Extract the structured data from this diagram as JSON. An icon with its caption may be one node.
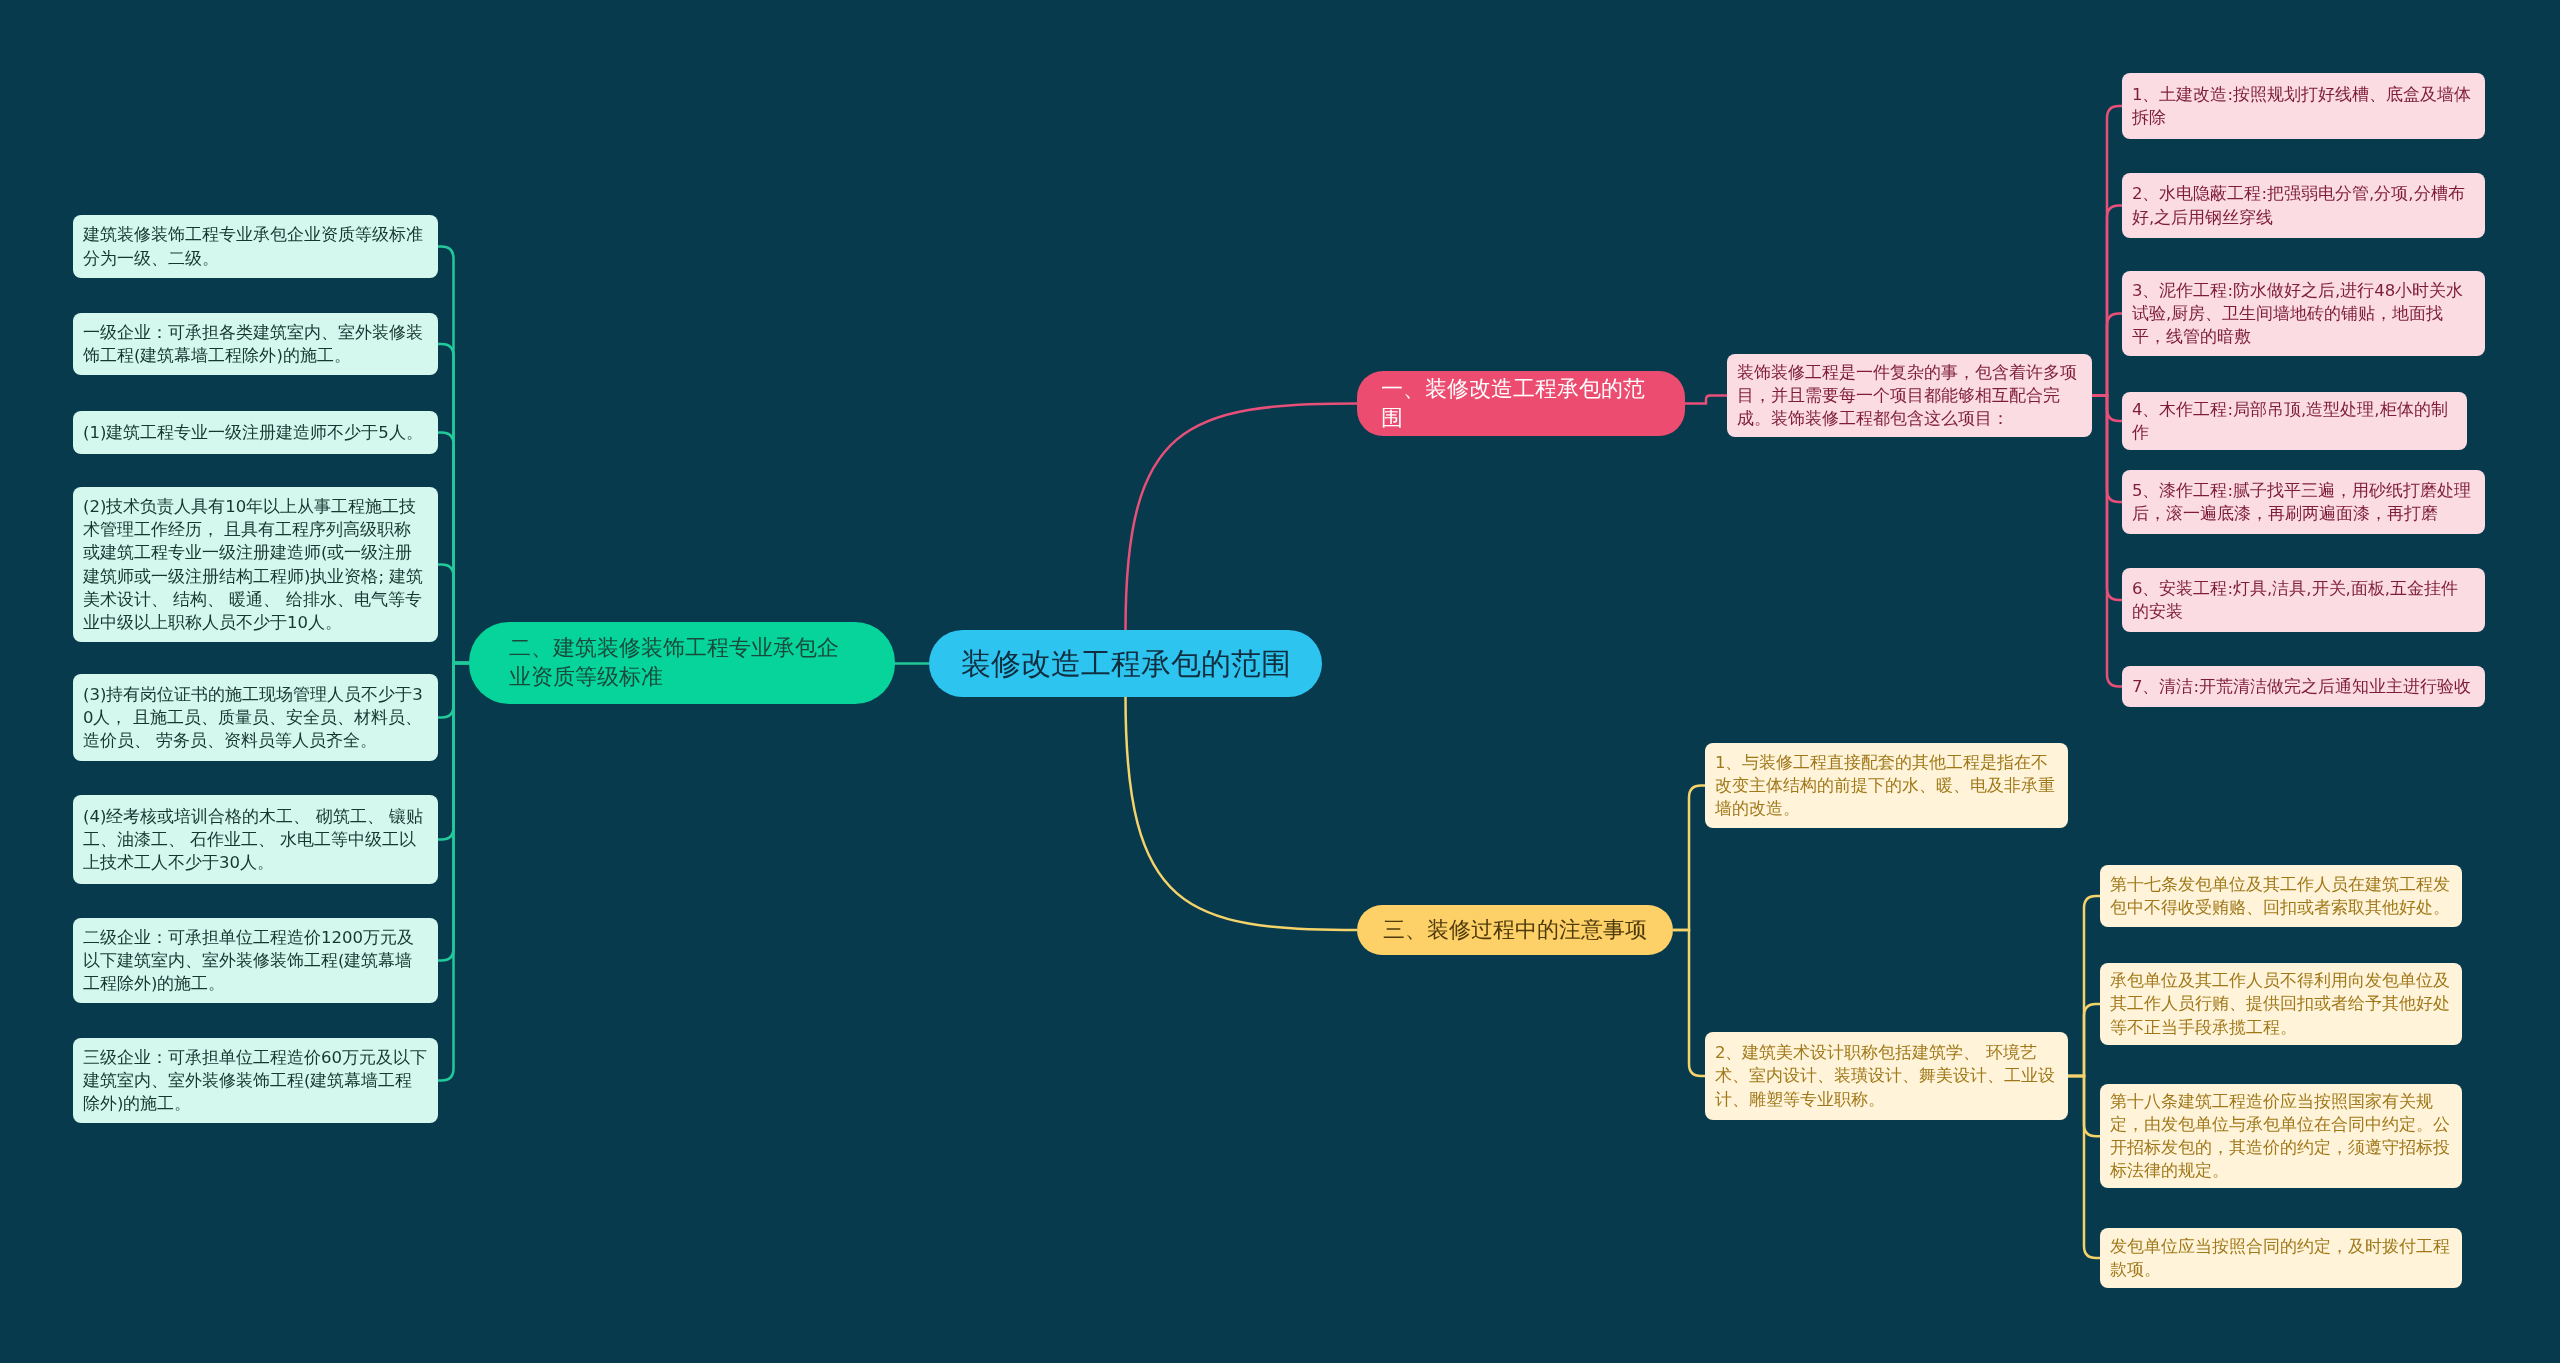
{
  "diagram": {
    "nodes": [
      {
        "text": [
          "装修改造工程承包的范围"
        ]
      },
      {
        "text": [
          "一、装修改造工程承包的范围"
        ]
      },
      {
        "text": [
          "装饰装修工程是一件复杂的事，包含着许多项目，并且需要每一个项目都能够相互配合完成。装饰装修工程都包含这么项目："
        ]
      },
      {
        "text": [
          "1、土建改造:按照规划打好线槽、底盒及墙体拆除"
        ]
      },
      {
        "text": [
          "2、水电隐蔽工程:把强弱电分管,分项,分槽布好,之后用钢丝穿线"
        ]
      },
      {
        "text": [
          "3、泥作工程:防水做好之后,进行48小时关水试验,厨房、卫生间墙地砖的铺贴，地面找平，线管的暗敷"
        ]
      },
      {
        "text": [
          "4、木作工程:局部吊顶,造型处理,柜体的制作"
        ]
      },
      {
        "text": [
          "5、漆作工程:腻子找平三遍，用砂纸打磨处理后，滚一遍底漆，再刷两遍面漆，再打磨"
        ]
      },
      {
        "text": [
          "6、安装工程:灯具,洁具,开关,面板,五金挂件的安装"
        ]
      },
      {
        "text": [
          "7、清洁:开荒清洁做完之后通知业主进行验收"
        ]
      },
      {
        "text": [
          "二、建筑装修装饰工程专业承包企业资质等级标准"
        ]
      },
      {
        "text": [
          "建筑装修装饰工程专业承包企业资质等级标准分为一级、二级。"
        ]
      },
      {
        "text": [
          "一级企业：可承担各类建筑室内、室外装修装饰工程(建筑幕墙工程除外)的施工。"
        ]
      },
      {
        "text": [
          "(1)建筑工程专业一级注册建造师不少于5人。"
        ]
      },
      {
        "text": [
          "(2)技术负责人具有10年以上从事工程施工技术管理工作经历， 且具有工程序列高级职称或建筑工程专业一级注册建造师(或一级注册建筑师或一级注册结构工程师)执业资格; 建筑美术设计、 结构、 暖通、 给排水、电气等专业中级以上职称人员不少于10人。"
        ]
      },
      {
        "text": [
          "(3)持有岗位证书的施工现场管理人员不少于30人， 且施工员、质量员、安全员、材料员、造价员、 劳务员、资料员等人员齐全。"
        ]
      },
      {
        "text": [
          "(4)经考核或培训合格的木工、 砌筑工、 镶贴工、油漆工、 石作业工、 水电工等中级工以上技术工人不少于30人。"
        ]
      },
      {
        "text": [
          "二级企业：可承担单位工程造价1200万元及以下建筑室内、室外装修装饰工程(建筑幕墙工程除外)的施工。"
        ]
      },
      {
        "text": [
          "三级企业：可承担单位工程造价60万元及以下建筑室内、室外装修装饰工程(建筑幕墙工程除外)的施工。"
        ]
      },
      {
        "text": [
          "三、装修过程中的注意事项"
        ]
      },
      {
        "text": [
          "1、与装修工程直接配套的其他工程是指在不改变主体结构的前提下的水、暖、电及非承重墙的改造。"
        ]
      },
      {
        "text": [
          "2、建筑美术设计职称包括建筑学、 环境艺术、室内设计、装璜设计、舞美设计、工业设计、雕塑等专业职称。"
        ]
      },
      {
        "text": [
          "第十七条发包单位及其工作人员在建筑工程发包中不得收受贿赂、回扣或者索取其他好处。"
        ]
      },
      {
        "text": [
          "承包单位及其工作人员不得利用向发包单位及其工作人员行贿、提供回扣或者给予其他好处等不正当手段承揽工程。"
        ]
      },
      {
        "text": [
          "第十八条建筑工程造价应当按照国家有关规定，由发包单位与承包单位在合同中约定。公开招标发包的，其造价的约定，须遵守招标投标法律的规定。"
        ]
      },
      {
        "text": [
          "发包单位应当按照合同的约定，及时拨付工程款项。"
        ]
      }
    ],
    "edges": [
      {
        "from": 0,
        "to": 1,
        "arrow": "none",
        "color": "#e8507a"
      },
      {
        "from": 1,
        "to": 2,
        "arrow": "none",
        "color": "#e8507a"
      },
      {
        "from": 2,
        "to": 3,
        "arrow": "none",
        "color": "#e8507a"
      },
      {
        "from": 2,
        "to": 4,
        "arrow": "none",
        "color": "#e8507a"
      },
      {
        "from": 2,
        "to": 5,
        "arrow": "none",
        "color": "#e8507a"
      },
      {
        "from": 2,
        "to": 6,
        "arrow": "none",
        "color": "#e8507a"
      },
      {
        "from": 2,
        "to": 7,
        "arrow": "none",
        "color": "#e8507a"
      },
      {
        "from": 2,
        "to": 8,
        "arrow": "none",
        "color": "#e8507a"
      },
      {
        "from": 2,
        "to": 9,
        "arrow": "none",
        "color": "#e8507a"
      },
      {
        "from": 0,
        "to": 10,
        "arrow": "none",
        "color": "#22c99a"
      },
      {
        "from": 10,
        "to": 11,
        "arrow": "none",
        "color": "#22c99a"
      },
      {
        "from": 10,
        "to": 12,
        "arrow": "none",
        "color": "#22c99a"
      },
      {
        "from": 10,
        "to": 13,
        "arrow": "none",
        "color": "#22c99a"
      },
      {
        "from": 10,
        "to": 14,
        "arrow": "none",
        "color": "#22c99a"
      },
      {
        "from": 10,
        "to": 15,
        "arrow": "none",
        "color": "#22c99a"
      },
      {
        "from": 10,
        "to": 16,
        "arrow": "none",
        "color": "#22c99a"
      },
      {
        "from": 10,
        "to": 17,
        "arrow": "none",
        "color": "#22c99a"
      },
      {
        "from": 10,
        "to": 18,
        "arrow": "none",
        "color": "#22c99a"
      },
      {
        "from": 0,
        "to": 19,
        "arrow": "none",
        "color": "#f5d36b"
      },
      {
        "from": 19,
        "to": 20,
        "arrow": "none",
        "color": "#f5d36b"
      },
      {
        "from": 19,
        "to": 21,
        "arrow": "none",
        "color": "#f5d36b"
      },
      {
        "from": 21,
        "to": 22,
        "arrow": "none",
        "color": "#f5d36b"
      },
      {
        "from": 21,
        "to": 23,
        "arrow": "none",
        "color": "#f5d36b"
      },
      {
        "from": 21,
        "to": 24,
        "arrow": "none",
        "color": "#f5d36b"
      },
      {
        "from": 21,
        "to": 25,
        "arrow": "none",
        "color": "#f5d36b"
      }
    ]
  }
}
